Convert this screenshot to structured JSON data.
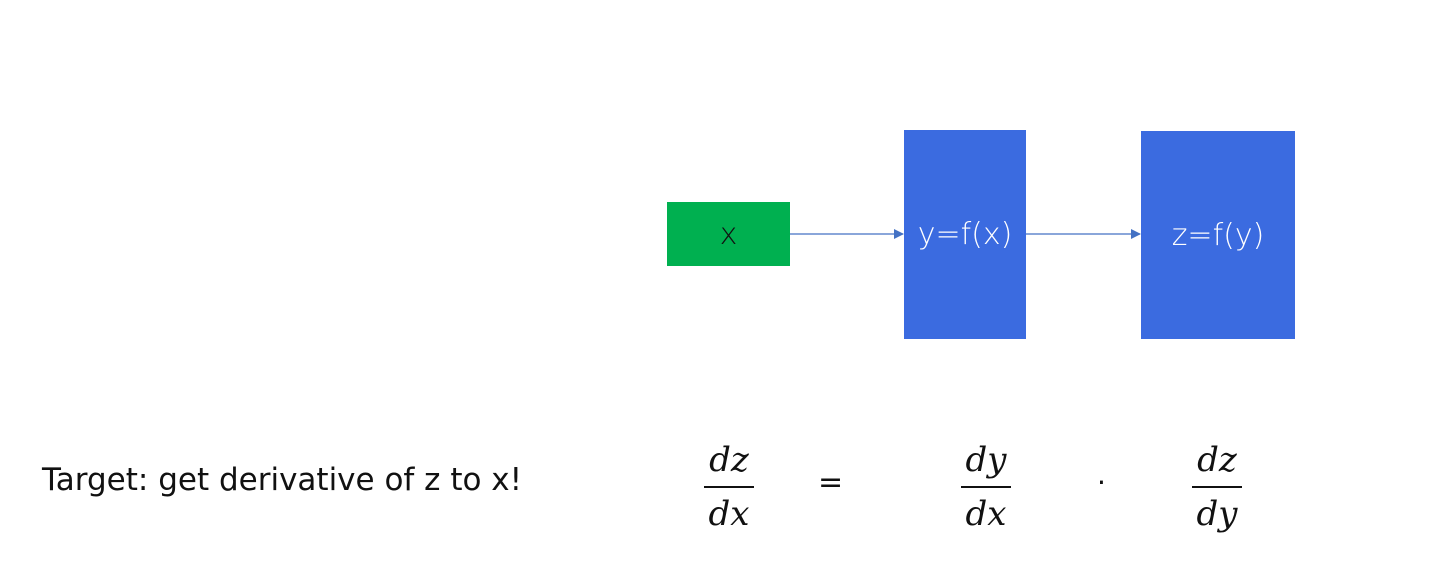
{
  "colors": {
    "input_node": "#00b050",
    "function_node": "#3b6be0",
    "arrow": "#4472c4",
    "text": "#111111"
  },
  "diagram": {
    "nodes": [
      {
        "id": "x",
        "label": "x"
      },
      {
        "id": "y",
        "label": "y=f(x)"
      },
      {
        "id": "z",
        "label": "z=f(y)"
      }
    ],
    "edges": [
      {
        "from": "x",
        "to": "y"
      },
      {
        "from": "y",
        "to": "z"
      }
    ]
  },
  "target_text": "Target: get derivative of z to x!",
  "equation": {
    "lhs": {
      "num": "dz",
      "den": "dx"
    },
    "equals": "=",
    "rhs1": {
      "num": "dy",
      "den": "dx"
    },
    "operator": "·",
    "rhs2": {
      "num": "dz",
      "den": "dy"
    }
  }
}
